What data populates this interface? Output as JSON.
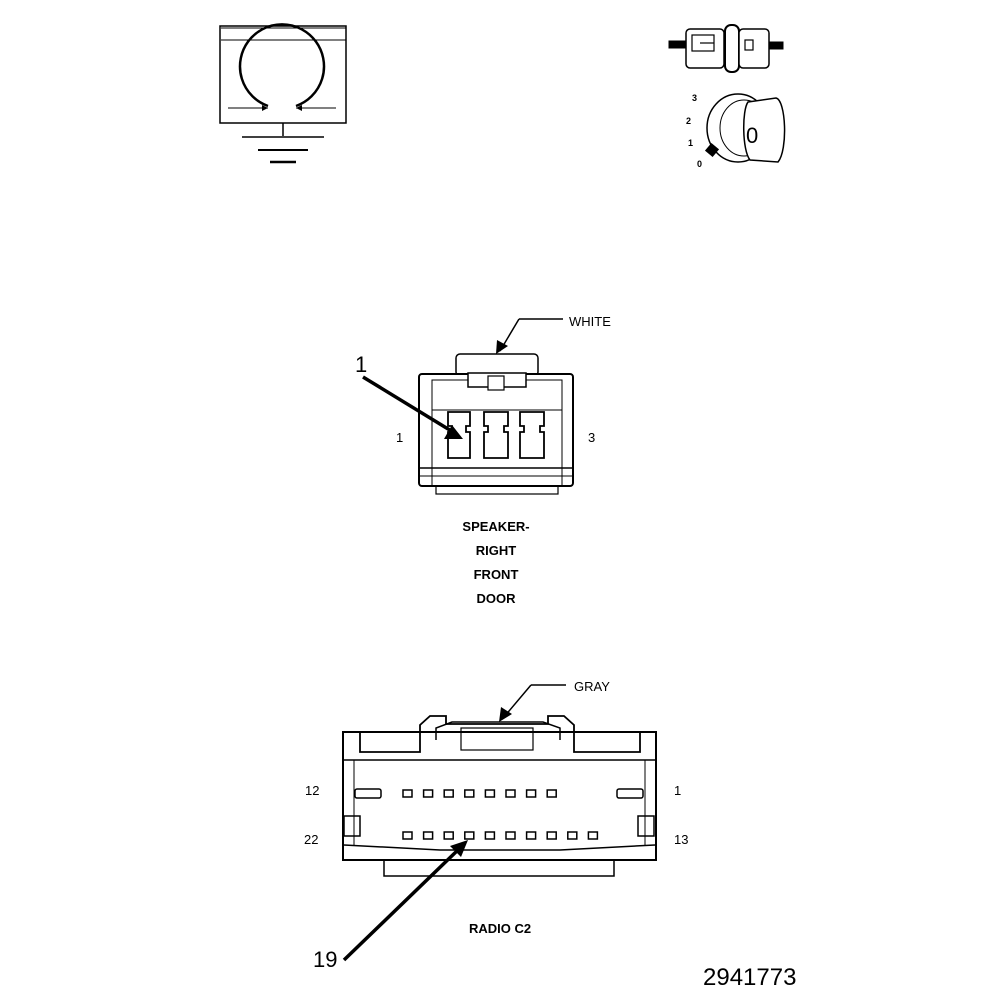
{
  "icons": {
    "ground_symbol": "ground-circle-icon",
    "connector_view": "connector-view-icon",
    "ignition_key": "ignition-key-icon"
  },
  "ignition": {
    "positions": [
      "3",
      "2",
      "1",
      "0"
    ],
    "key_label": "0"
  },
  "speaker_connector": {
    "color_callout": "WHITE",
    "callout_number": "1",
    "pin_left": "1",
    "pin_right": "3",
    "title_lines": [
      "SPEAKER-",
      "RIGHT",
      "FRONT",
      "DOOR"
    ],
    "cavity_count": 3
  },
  "radio_connector": {
    "color_callout": "GRAY",
    "callout_number": "19",
    "pin_top_left": "12",
    "pin_top_right": "1",
    "pin_bottom_left": "22",
    "pin_bottom_right": "13",
    "title": "RADIO C2",
    "top_row_pins": 10,
    "bottom_row_pins": 10
  },
  "figure_id": "2941773"
}
